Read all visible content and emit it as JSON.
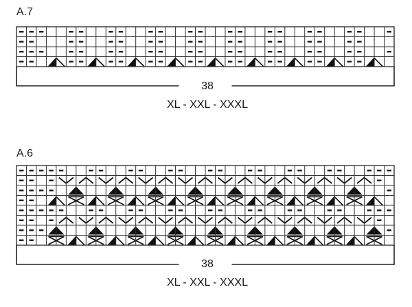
{
  "legend": {
    "P": "purl",
    "K": "knit (blank)",
    "T": "half-filled triangle decrease (2 sts)",
    "B": "filled triangle (2 sts)",
    "X": "cross (2 sts)",
    "V": "V shape (2 sts)",
    "A": "inverted V / caret (2 sts)",
    "_": "continuation of previous 2-st symbol"
  },
  "charts": [
    {
      "id": "a7",
      "title": "A.7",
      "stitch_count": "38",
      "sizes": "XL - XXL - XXXL",
      "columns": 38,
      "rows": [
        "PPPKKPPKKPPKKPPKKPPKKPPKKPPKKPPKKPPKKP",
        "PPKKKPPKKPPKKPPKKPPKKPPKKPPKKPPKKPPKKK",
        "PPPKKPPKKPPKKPPKKPPKKPPKKPPKKPPKKPPKKP",
        "PPKT_PPT_PPT_PPT_PPT_PPT_PPT_PPT_PPT_K"
      ]
    },
    {
      "id": "a6",
      "title": "A.6",
      "stitch_count": "38",
      "sizes": "XL - XXL - XXXL",
      "columns": 38,
      "rows": [
        "PPPPPKKPPKKPPKKPPKKPPKKPPKKPPKKPPKKPPP",
        "PPKPV_A_V_A_V_A_V_A_V_A_V_A_V_A_V_A_PK",
        "PPPPKB_KKB_KKB_KKB_KKB_KKB_KKB_KKB_KKP",
        "PPKT_X_T_X_T_X_T_X_T_X_T_X_T_X_T_X_T_K",
        "PPPPPKKPPKKPPKKPPKKPPKKPPKKPPKKPPKKPPP",
        "PPKPA_V_A_V_A_V_A_V_A_V_A_V_A_V_A_V_PK",
        "PPPB_KKB_KKB_KKB_KKB_KKB_KKB_KKB_KKB_P",
        "PPKX_T_X_T_X_T_X_T_X_T_X_T_X_T_X_T_X_K"
      ]
    }
  ]
}
